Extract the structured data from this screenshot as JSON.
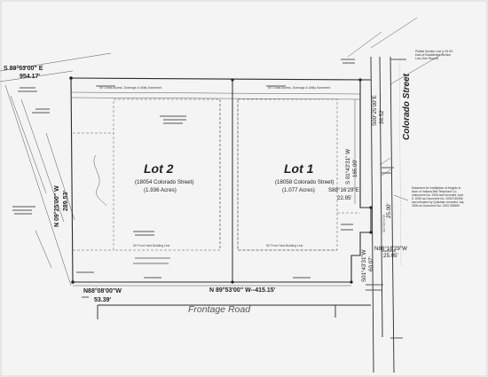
{
  "plat": {
    "top_bearing": "S 89°53'00\" E",
    "top_distance": "954.17'",
    "lot2_label": "Lot 2",
    "lot2_address": "(18054 Colorado Street)",
    "lot2_area": "(1.936 Acres)",
    "lot1_label": "Lot 1",
    "lot1_address": "(18058 Colorado Street)",
    "lot1_area": "(1.077 Acres)",
    "west_bearing": "N 09°25'00\" W",
    "west_distance": "289.53'",
    "south_bearing": "N 89°53'00\" W--415.15'",
    "sw_bearing": "N88°08'00\"W",
    "sw_distance": "53.39'",
    "road_label": "Frontage Road",
    "street_label": "Colorado Street",
    "e1_bearing": "S 01°43'31\" W",
    "e1_distance": "165.00'",
    "e2_bearing": "S88°16'29\"E",
    "e2_distance": "22.95'",
    "e3_bearing": "S00°25'00\"W",
    "e3_distance": "25.00'",
    "e4_bearing": "N88°16'29\"W",
    "e4_distance": "25.05'",
    "e5_bearing": "S01°43'31\"W",
    "e5_distance": "60.07'",
    "e6_bearing": "S00°25'00\"E",
    "e6_distance": "36.52'",
    "easement_top_lot2": "50' Cross Access, Drainage & Utility Easement",
    "easement_top_lot1": "50' Cross Access, Drainage & Utility Easement",
    "easement_note": "Easement for Installation of Airgrids in favor of Indiana Bell Telephone Co. Instrument No. 2005 and recorded June 5, 2005 as Document No. 2005 035356 and released by Quitclaim recorded July 2005 as Document No. 2005 053580",
    "setback_lot2": "50' Front Yard Building Line",
    "setback_lot1": "50' Front Yard Building Line",
    "right_note": "Platted Section Line is 33.00' East of Established Section Line (See Report)"
  }
}
